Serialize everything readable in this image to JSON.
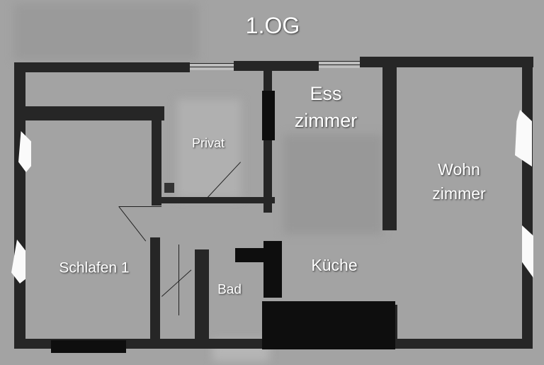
{
  "title": "1.OG",
  "rooms": {
    "ess_line1": "Ess",
    "ess_line2": "zimmer",
    "privat": "Privat",
    "wohn_line1": "Wohn",
    "wohn_line2": "zimmer",
    "schlafen": "Schlafen 1",
    "kueche": "Küche",
    "bad": "Bad"
  }
}
